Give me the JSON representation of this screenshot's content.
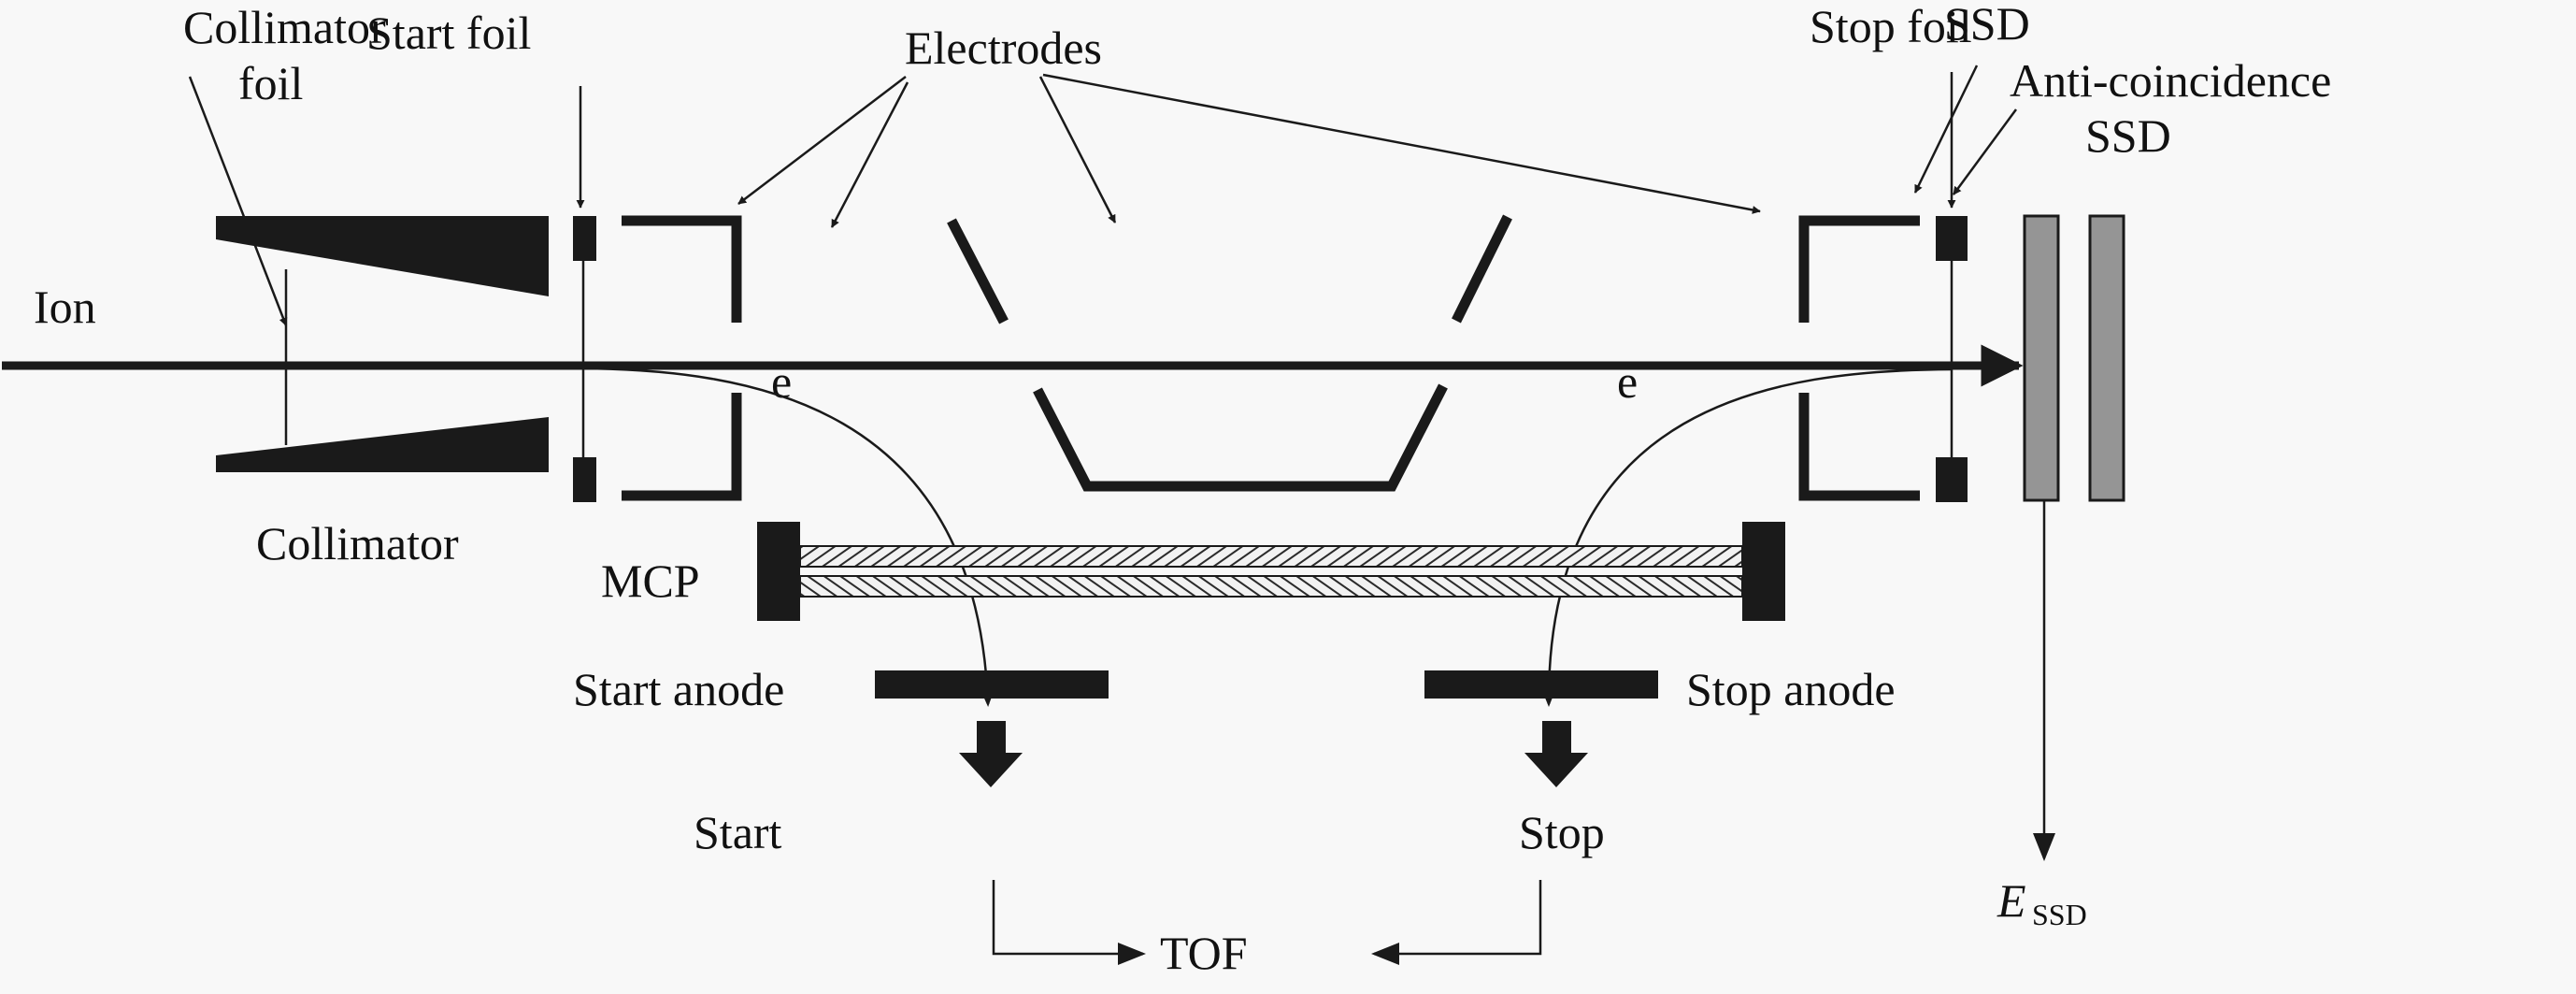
{
  "figure": {
    "title": "Time-of-flight ion sensor schematic",
    "colors": {
      "background": "#f8f8f8",
      "ink": "#1a1a1a",
      "ssd_fill": "#959595"
    }
  },
  "labels": {
    "collimator_foil_line1": "Collimator",
    "collimator_foil_line2": "foil",
    "start_foil": "Start foil",
    "electrodes": "Electrodes",
    "stop_foil": "Stop foil",
    "ssd": "SSD",
    "anti_coincidence_line1": "Anti-coincidence",
    "anti_coincidence_line2": "SSD",
    "ion": "Ion",
    "electron_start": "e",
    "electron_start_sup": "−",
    "electron_stop": "e",
    "electron_stop_sup": "−",
    "collimator": "Collimator",
    "mcp": "MCP",
    "start_anode": "Start anode",
    "stop_anode": "Stop anode",
    "start_signal": "Start",
    "stop_signal": "Stop",
    "tof": "TOF",
    "essd_main": "E",
    "essd_sub": "SSD"
  }
}
